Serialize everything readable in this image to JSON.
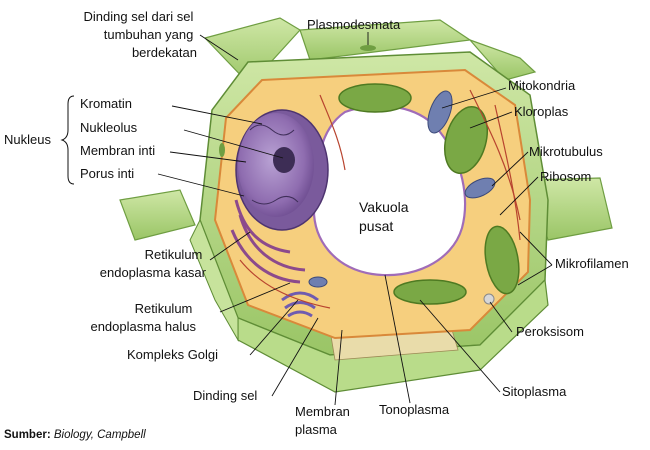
{
  "labels": {
    "adjacent_wall": [
      "Dinding sel dari sel",
      "tumbuhan yang",
      "berdekatan"
    ],
    "plasmodesmata": "Plasmodesmata",
    "mitochondria": "Mitokondria",
    "chloroplast": "Kloroplas",
    "microtubule": "Mikrotubulus",
    "ribosome": "Ribosom",
    "microfilament": "Mikrofilamen",
    "peroxisome": "Peroksisom",
    "cytoplasm": "Sitoplasma",
    "tonoplast": "Tonoplasma",
    "plasma_membrane": [
      "Membran",
      "plasma"
    ],
    "cell_wall": "Dinding sel",
    "golgi": "Kompleks Golgi",
    "smooth_er": [
      "Retikulum",
      "endoplasma halus"
    ],
    "rough_er": [
      "Retikulum",
      "endoplasma kasar"
    ],
    "nucleus": "Nukleus",
    "chromatin": "Kromatin",
    "nucleolus": "Nukleolus",
    "nuclear_membrane": "Membran inti",
    "nuclear_pore": "Porus inti",
    "central_vacuole": [
      "Vakuola",
      "pusat"
    ]
  },
  "source": {
    "prefix": "Sumber:",
    "text": "Biology, Campbell"
  },
  "colors": {
    "cell_wall": "#a9d07a",
    "cell_wall_dark": "#6f9e42",
    "cytoplasm": "#f6cf7e",
    "vacuole": "#ffffff",
    "nucleus": "#9b7bb8",
    "chloroplast": "#7aa845",
    "mitochondria": "#6f7fb0",
    "er": "#b56d3a"
  }
}
